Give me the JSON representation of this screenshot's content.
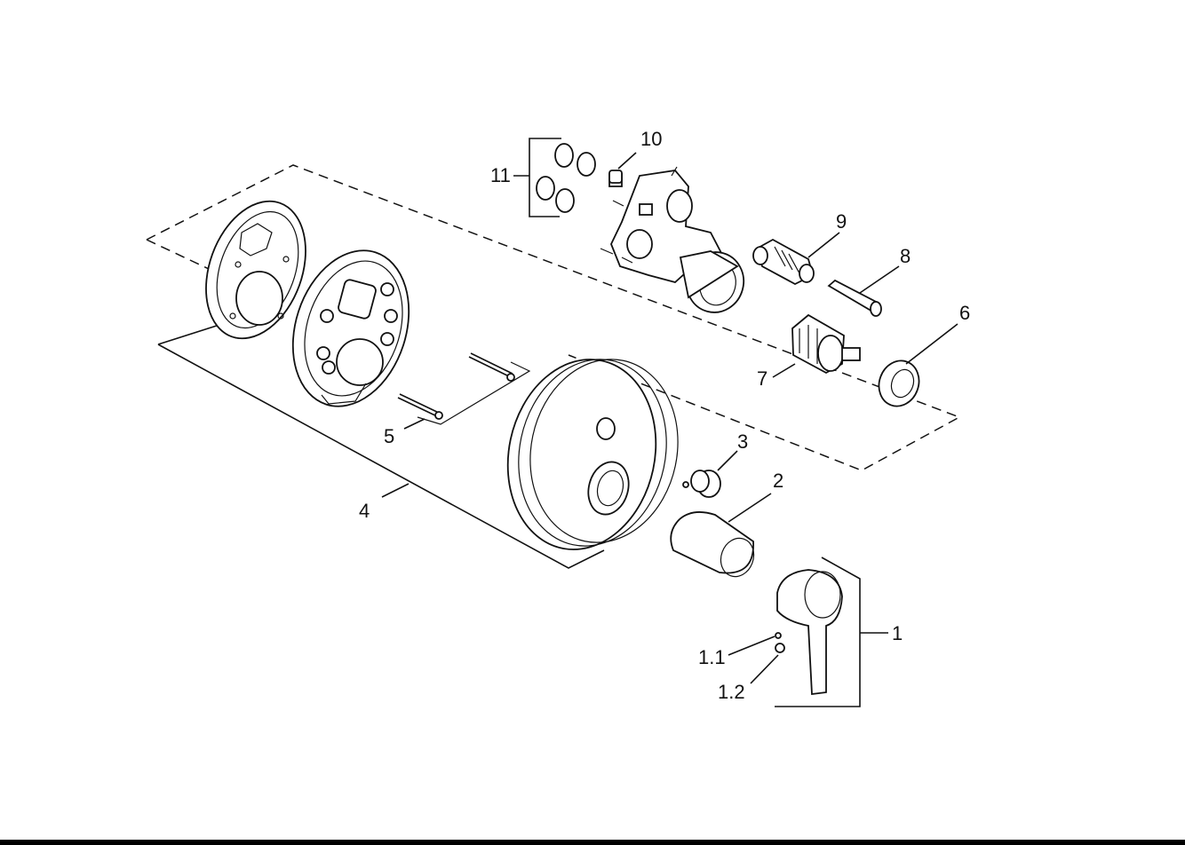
{
  "labels": {
    "p1": "1",
    "p1_1": "1.1",
    "p1_2": "1.2",
    "p2": "2",
    "p3": "3",
    "p4": "4",
    "p5": "5",
    "p6": "6",
    "p7": "7",
    "p8": "8",
    "p9": "9",
    "p10": "10",
    "p11": "11"
  },
  "colors": {
    "line": "#111111",
    "background": "#ffffff",
    "rule": "#000000"
  }
}
